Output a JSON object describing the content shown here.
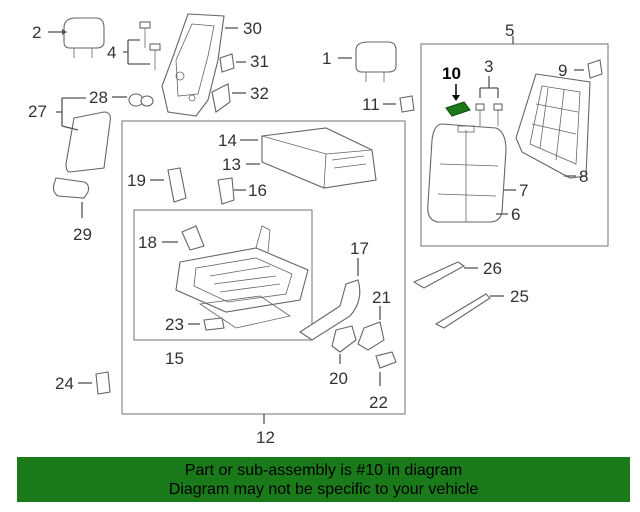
{
  "labels": {
    "p1": "1",
    "p2": "2",
    "p3": "3",
    "p4": "4",
    "p5": "5",
    "p6": "6",
    "p7": "7",
    "p8": "8",
    "p9": "9",
    "p10": "10",
    "p11": "11",
    "p12": "12",
    "p13": "13",
    "p14": "14",
    "p15": "15",
    "p16": "16",
    "p17": "17",
    "p18": "18",
    "p19": "19",
    "p20": "20",
    "p21": "21",
    "p22": "22",
    "p23": "23",
    "p24": "24",
    "p25": "25",
    "p26": "26",
    "p27": "27",
    "p28": "28",
    "p29": "29",
    "p30": "30",
    "p31": "31",
    "p32": "32"
  },
  "highlight": {
    "part": "10",
    "color": "#1a7a1a"
  },
  "banner": {
    "line1": "Part or sub-assembly is #10 in diagram",
    "line2": "Diagram may not be specific to your vehicle",
    "background": "#1a7a1a"
  }
}
